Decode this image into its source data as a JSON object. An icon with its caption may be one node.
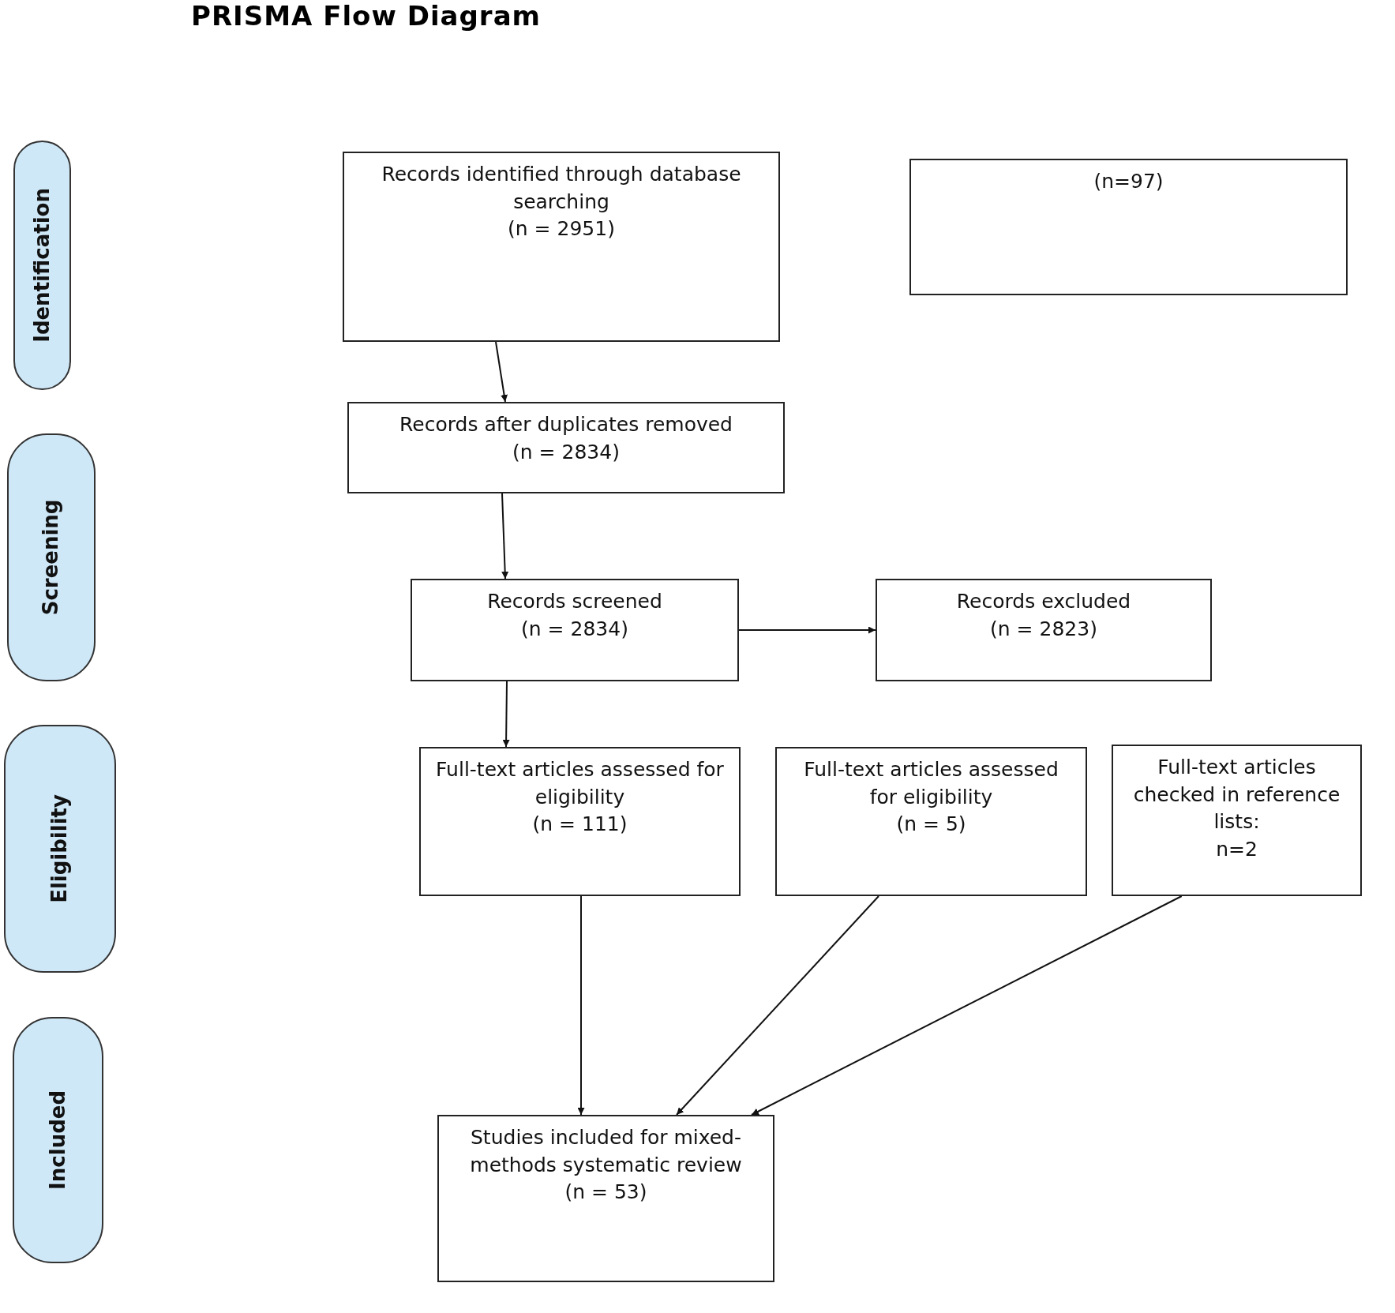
{
  "diagram": {
    "title": "PRISMA Flow Diagram",
    "nodes": [
      {
        "text": [
          "Identification"
        ]
      },
      {
        "text": [
          "Screening"
        ]
      },
      {
        "text": [
          "Eligibility"
        ]
      },
      {
        "text": [
          "Included"
        ]
      },
      {
        "text": [
          "Records identified through database searching",
          "(n = 2951)"
        ]
      },
      {
        "text": [
          "(n=97)"
        ]
      },
      {
        "text": [
          "Records after duplicates removed",
          "(n = 2834)"
        ]
      },
      {
        "text": [
          "Records screened",
          "(n = 2834)"
        ]
      },
      {
        "text": [
          "Records excluded",
          "(n = 2823)"
        ]
      },
      {
        "text": [
          "Full-text articles assessed for eligibility",
          "(n =  111)"
        ]
      },
      {
        "text": [
          "Full-text articles assessed for eligibility",
          "(n =  5)"
        ]
      },
      {
        "text": [
          "Full-text articles checked in reference lists:",
          "n=2"
        ]
      },
      {
        "text": [
          "Studies included for mixed-methods systematic review",
          "(n = 53)"
        ]
      }
    ],
    "edges": [
      {
        "from": 4,
        "to": 6,
        "arrow": "to"
      },
      {
        "from": 6,
        "to": 7,
        "arrow": "to"
      },
      {
        "from": 7,
        "to": 8,
        "arrow": "to"
      },
      {
        "from": 7,
        "to": 9,
        "arrow": "to"
      },
      {
        "from": 9,
        "to": 12,
        "arrow": "to"
      },
      {
        "from": 10,
        "to": 12,
        "arrow": "to"
      },
      {
        "from": 11,
        "to": 12,
        "arrow": "to"
      }
    ]
  }
}
